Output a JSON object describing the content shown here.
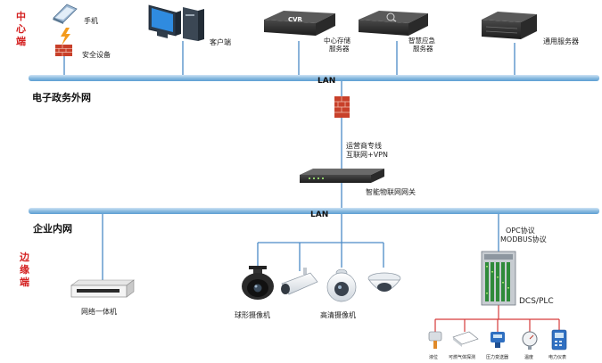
{
  "zones": {
    "center": "中心端",
    "gov_network": "电子政务外网",
    "enterprise": "企业内网",
    "edge": "边缘端"
  },
  "lan_top": "LAN",
  "lan_bottom": "LAN",
  "center_devices": {
    "phone": "手机",
    "firewall": "安全设备",
    "client": "客户端",
    "cvr_badge": "CVR",
    "cvr": [
      "中心存储",
      "服务器"
    ],
    "smart_app": [
      "智慧应急",
      "服务器"
    ],
    "general": "通用服务器"
  },
  "link": [
    "运营商专线",
    "互联网+VPN"
  ],
  "gateway": "智能物联网网关",
  "edge_devices": {
    "nvr": "网络一体机",
    "ptz": "球形摄像机",
    "cameras": "高清摄像机",
    "protocols": [
      "OPC协议",
      "MODBUS协议"
    ],
    "dcs": "DCS/PLC",
    "sensors": [
      "液位",
      "可燃气体探测",
      "压力变送器",
      "温度",
      "电力仪表"
    ]
  },
  "colors": {
    "lan": "#8bbbe0",
    "wire": "#4a8ac7",
    "zone_red": "#d42020",
    "firewall": "#c8402a",
    "sensor_wire": "#d63a3a"
  }
}
